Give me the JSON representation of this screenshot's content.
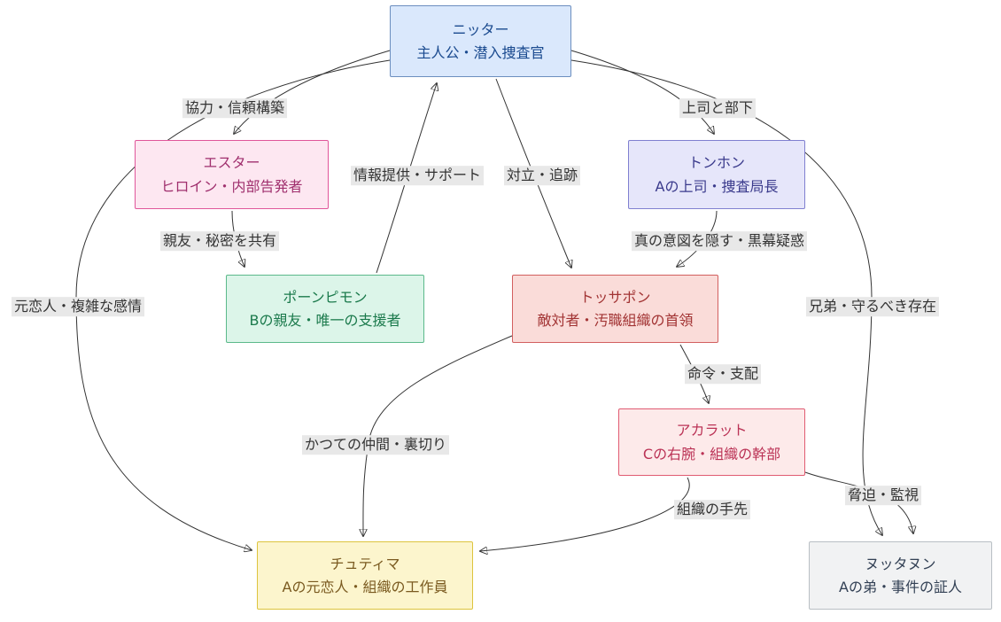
{
  "diagram": {
    "title": "character-relationship-chart",
    "style": {
      "background": "#ffffff",
      "edge_color": "#333333",
      "edge_label_bg": "#e8e8e8",
      "edge_label_text": "#333333"
    },
    "nodes": [
      {
        "name": "ニッター",
        "role": "主人公・潜入捜査官",
        "fill": "#dae8fc",
        "border": "#6c8ebf",
        "text_color": "#1a4a8f"
      },
      {
        "name": "エスター",
        "role": "ヒロイン・内部告発者",
        "fill": "#fde7f1",
        "border": "#e0569a",
        "text_color": "#a0306e"
      },
      {
        "name": "トンホン",
        "role": "Aの上司・捜査局長",
        "fill": "#e6e6fa",
        "border": "#8080d0",
        "text_color": "#3a3a8c"
      },
      {
        "name": "ポーンピモン",
        "role": "Bの親友・唯一の支援者",
        "fill": "#dcf5e9",
        "border": "#5bb98a",
        "text_color": "#1b7a4c"
      },
      {
        "name": "トッサポン",
        "role": "敵対者・汚職組織の首領",
        "fill": "#fadcd9",
        "border": "#d25f5f",
        "text_color": "#a23434"
      },
      {
        "name": "アカラット",
        "role": "Cの右腕・組織の幹部",
        "fill": "#fdeaea",
        "border": "#e05c72",
        "text_color": "#bb3356"
      },
      {
        "name": "チュティマ",
        "role": "Aの元恋人・組織の工作員",
        "fill": "#fcf5cd",
        "border": "#ddc43e",
        "text_color": "#7a5a20"
      },
      {
        "name": "ヌッタヌン",
        "role": "Aの弟・事件の証人",
        "fill": "#f1f2f3",
        "border": "#b9bfc4",
        "text_color": "#334155"
      }
    ],
    "edges": [
      {
        "from": "ニッター",
        "to": "エスター",
        "label": "協力・信頼構築"
      },
      {
        "from": "ニッター",
        "to": "トンホン",
        "label": "上司と部下"
      },
      {
        "from": "ポーンピモン",
        "to": "ニッター",
        "label": "情報提供・サポート"
      },
      {
        "from": "ニッター",
        "to": "トッサポン",
        "label": "対立・追跡"
      },
      {
        "from": "エスター",
        "to": "ポーンピモン",
        "label": "親友・秘密を共有"
      },
      {
        "from": "トンホン",
        "to": "トッサポン",
        "label": "真の意図を隠す・黒幕疑惑"
      },
      {
        "from": "ニッター",
        "to": "チュティマ",
        "label": "元恋人・複雑な感情"
      },
      {
        "from": "ニッター",
        "to": "ヌッタヌン",
        "label": "兄弟・守るべき存在"
      },
      {
        "from": "トッサポン",
        "to": "アカラット",
        "label": "命令・支配"
      },
      {
        "from": "トッサポン",
        "to": "チュティマ",
        "label": "かつての仲間・裏切り"
      },
      {
        "from": "アカラット",
        "to": "チュティマ",
        "label": "組織の手先"
      },
      {
        "from": "アカラット",
        "to": "ヌッタヌン",
        "label": "脅迫・監視"
      }
    ]
  }
}
